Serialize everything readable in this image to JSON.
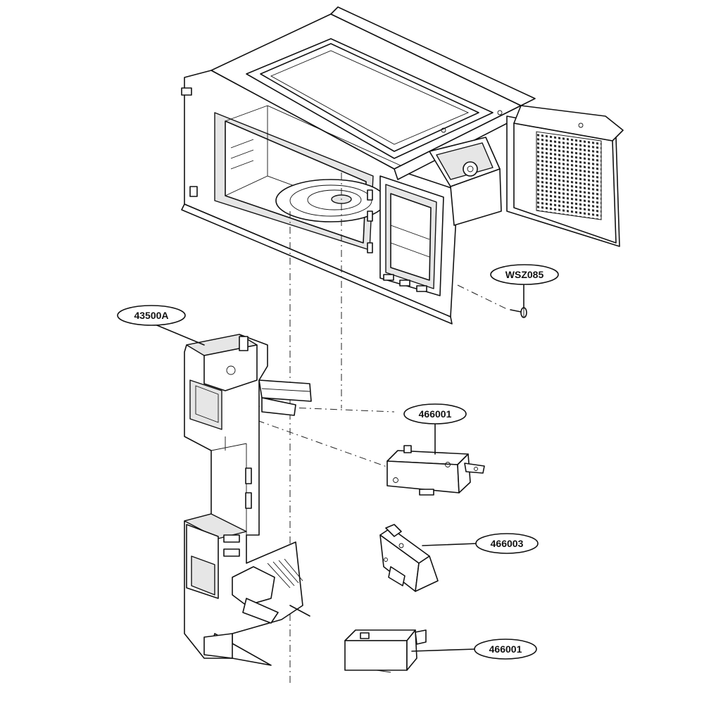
{
  "callouts": {
    "screw": "WSZ085",
    "latch_board": "43500A",
    "switch_top": "466001",
    "switch_middle": "466003",
    "switch_bottom": "466001"
  },
  "colors": {
    "line": "#111111",
    "background": "#ffffff"
  }
}
